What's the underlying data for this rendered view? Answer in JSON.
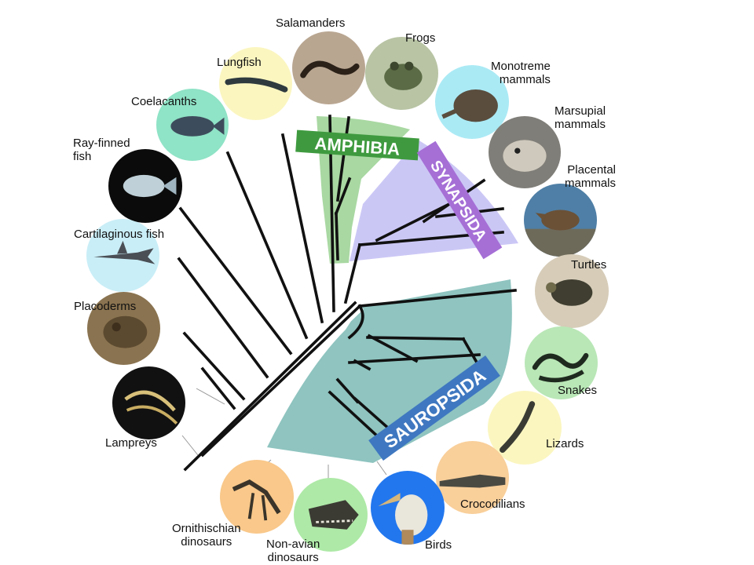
{
  "clades": {
    "amphibia": {
      "label": "AMPHIBIA",
      "color": "#3f9a3f",
      "region_color": "#a9d8a2"
    },
    "synapsida": {
      "label": "SYNAPSIDA",
      "color": "#a56fd6",
      "region_color": "#cbc7f5"
    },
    "sauropsida": {
      "label": "SAUROPSIDA",
      "color": "#3f78c0",
      "region_color": "#8fc4c0"
    }
  },
  "taxa": [
    {
      "id": "lampreys",
      "label": "Lampreys",
      "icon": "lamprey-icon",
      "bg": "#111111"
    },
    {
      "id": "placoderms",
      "label": "Placoderms",
      "icon": "placoderm-fossil-icon",
      "bg": "#8a7350"
    },
    {
      "id": "cartilaginous",
      "label": "Cartilaginous fish",
      "icon": "shark-icon",
      "bg": "#c9eef7"
    },
    {
      "id": "rayfinned",
      "label": "Ray-finned\nfish",
      "icon": "fish-icon",
      "bg": "#0b0b0b"
    },
    {
      "id": "coelacanths",
      "label": "Coelacanths",
      "icon": "coelacanth-icon",
      "bg": "#8fe3c6"
    },
    {
      "id": "lungfish",
      "label": "Lungfish",
      "icon": "lungfish-icon",
      "bg": "#fbf6c0"
    },
    {
      "id": "salamanders",
      "label": "Salamanders",
      "icon": "salamander-icon",
      "bg": "#b9a691"
    },
    {
      "id": "frogs",
      "label": "Frogs",
      "icon": "frog-icon",
      "bg": "#b8c4a4"
    },
    {
      "id": "monotremes",
      "label": "Monotreme\nmammals",
      "icon": "echidna-icon",
      "bg": "#aaeaf5"
    },
    {
      "id": "marsupials",
      "label": "Marsupial\nmammals",
      "icon": "opossum-icon",
      "bg": "#807e78"
    },
    {
      "id": "placentals",
      "label": "Placental\nmammals",
      "icon": "wolf-icon",
      "bg": "#4f7fa6"
    },
    {
      "id": "turtles",
      "label": "Turtles",
      "icon": "turtle-icon",
      "bg": "#d6ccb8"
    },
    {
      "id": "snakes",
      "label": "Snakes",
      "icon": "snake-icon",
      "bg": "#b9e7b6"
    },
    {
      "id": "lizards",
      "label": "Lizards",
      "icon": "lizard-icon",
      "bg": "#fbf6c0"
    },
    {
      "id": "crocodilians",
      "label": "Crocodilians",
      "icon": "crocodile-icon",
      "bg": "#f9cf9a"
    },
    {
      "id": "birds",
      "label": "Birds",
      "icon": "pelican-icon",
      "bg": "#2277ee"
    },
    {
      "id": "nonavian",
      "label": "Non-avian\ndinosaurs",
      "icon": "trex-skull-icon",
      "bg": "#aee9a7"
    },
    {
      "id": "ornithischian",
      "label": "Ornithischian\ndinosaurs",
      "icon": "ornithischian-skeleton-icon",
      "bg": "#f9c88a"
    }
  ]
}
